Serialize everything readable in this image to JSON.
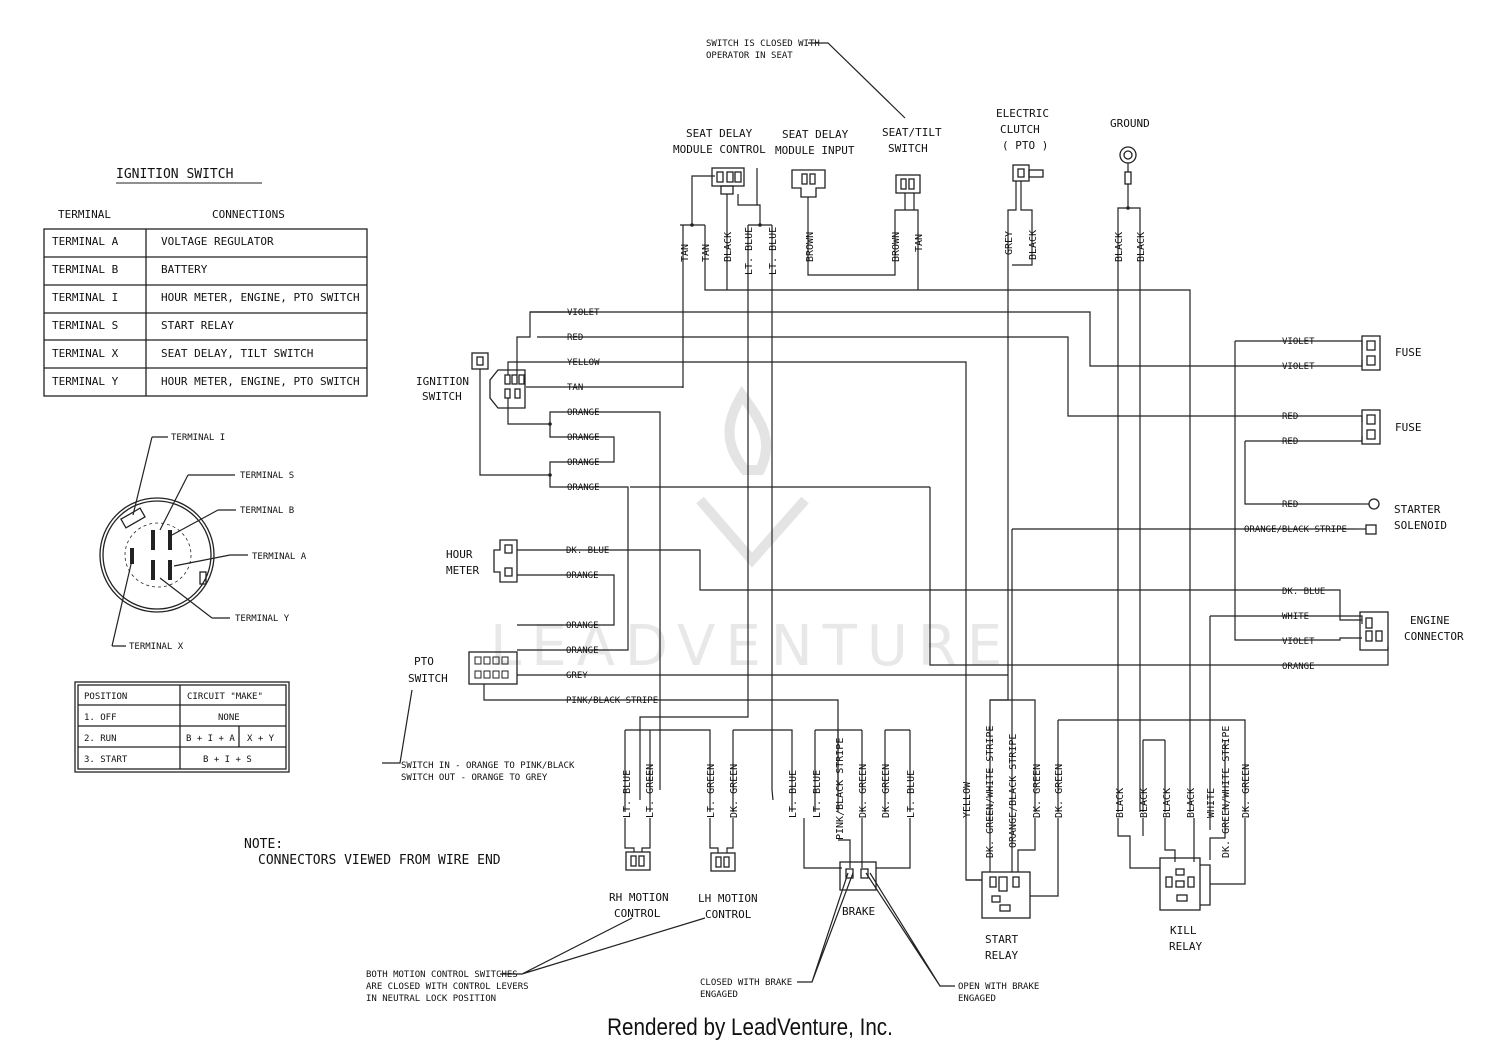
{
  "watermark": "LEADVENTURE",
  "footer": "Rendered by LeadVenture, Inc.",
  "ignition_switch": {
    "title": "IGNITION SWITCH",
    "col_terminal": "TERMINAL",
    "col_connections": "CONNECTIONS",
    "rows": [
      {
        "t": "TERMINAL  A",
        "c": "VOLTAGE REGULATOR"
      },
      {
        "t": "TERMINAL  B",
        "c": "BATTERY"
      },
      {
        "t": "TERMINAL  I",
        "c": "HOUR METER, ENGINE, PTO SWITCH"
      },
      {
        "t": "TERMINAL  S",
        "c": "START RELAY"
      },
      {
        "t": "TERMINAL  X",
        "c": "SEAT DELAY, TILT SWITCH"
      },
      {
        "t": "TERMINAL  Y",
        "c": "HOUR METER, ENGINE, PTO SWITCH"
      }
    ]
  },
  "terminal_labels": {
    "i": "TERMINAL I",
    "s": "TERMINAL S",
    "b": "TERMINAL B",
    "a": "TERMINAL A",
    "y": "TERMINAL Y",
    "x": "TERMINAL X"
  },
  "position_table": {
    "h1": "POSITION",
    "h2": "CIRCUIT \"MAKE\"",
    "r1a": "1. OFF",
    "r1b": "NONE",
    "r2a": "2. RUN",
    "r2b": "B + I + A",
    "r2c": "X + Y",
    "r3a": "3. START",
    "r3b": "B + I + S"
  },
  "note": {
    "l1": "NOTE:",
    "l2": "CONNECTORS VIEWED FROM WIRE END"
  },
  "components": {
    "seat_delay_control": [
      "SEAT DELAY",
      "MODULE CONTROL"
    ],
    "seat_delay_input": [
      "SEAT DELAY",
      "MODULE INPUT"
    ],
    "seat_tilt": [
      "SEAT/TILT",
      "SWITCH"
    ],
    "clutch": [
      "ELECTRIC",
      "CLUTCH",
      "( PTO )"
    ],
    "ground": "GROUND",
    "ignition": [
      "IGNITION",
      "SWITCH"
    ],
    "hour_meter": [
      "HOUR",
      "METER"
    ],
    "pto": [
      "PTO",
      "SWITCH"
    ],
    "fuse1": "FUSE",
    "fuse2": "FUSE",
    "starter": [
      "STARTER",
      "SOLENOID"
    ],
    "engine": [
      "ENGINE",
      "CONNECTOR"
    ],
    "rh_motion": [
      "RH MOTION",
      "CONTROL"
    ],
    "lh_motion": [
      "LH MOTION",
      "CONTROL"
    ],
    "brake": "BRAKE",
    "start_relay": [
      "START",
      "RELAY"
    ],
    "kill_relay": [
      "KILL",
      "RELAY"
    ]
  },
  "callouts": {
    "seat_switch": [
      "SWITCH IS CLOSED WITH",
      "OPERATOR IN SEAT"
    ],
    "pto_note": [
      "SWITCH IN - ORANGE TO PINK/BLACK",
      "SWITCH OUT - ORANGE TO GREY"
    ],
    "motion_note": [
      "BOTH MOTION CONTROL SWITCHES",
      "ARE CLOSED WITH CONTROL LEVERS",
      "IN NEUTRAL LOCK POSITION"
    ],
    "brake_closed": [
      "CLOSED WITH BRAKE",
      "ENGAGED"
    ],
    "brake_open": [
      "OPEN WITH BRAKE",
      "ENGAGED"
    ]
  },
  "wire_labels": {
    "ign": [
      "VIOLET",
      "RED",
      "YELLOW",
      "TAN",
      "ORANGE",
      "ORANGE",
      "ORANGE",
      "ORANGE"
    ],
    "hour": [
      "DK. BLUE",
      "ORANGE"
    ],
    "pto": [
      "ORANGE",
      "ORANGE",
      "GREY",
      "PINK/BLACK STRIPE"
    ],
    "right": [
      "VIOLET",
      "VIOLET",
      "RED",
      "RED",
      "RED",
      "ORANGE/BLACK STRIPE",
      "DK. BLUE",
      "WHITE",
      "VIOLET",
      "ORANGE"
    ],
    "top": [
      "TAN",
      "TAN",
      "BLACK",
      "LT. BLUE",
      "LT. BLUE",
      "BROWN",
      "BROWN",
      "TAN",
      "GREY",
      "BLACK",
      "BLACK",
      "BLACK"
    ],
    "bottom": [
      "LT. BLUE",
      "LT. GREEN",
      "LT. GREEN",
      "DK. GREEN",
      "LT. BLUE",
      "LT. BLUE",
      "PINK/BLACK STRIPE",
      "DK. GREEN",
      "DK. GREEN",
      "LT. BLUE",
      "YELLOW",
      "DK. GREEN/WHITE STRIPE",
      "ORANGE/BLACK STRIPE",
      "DK. GREEN",
      "DK. GREEN",
      "BLACK",
      "BLACK",
      "BLACK",
      "BLACK",
      "WHITE",
      "DK. GREEN/WHITE STRIPE",
      "DK. GREEN"
    ]
  }
}
